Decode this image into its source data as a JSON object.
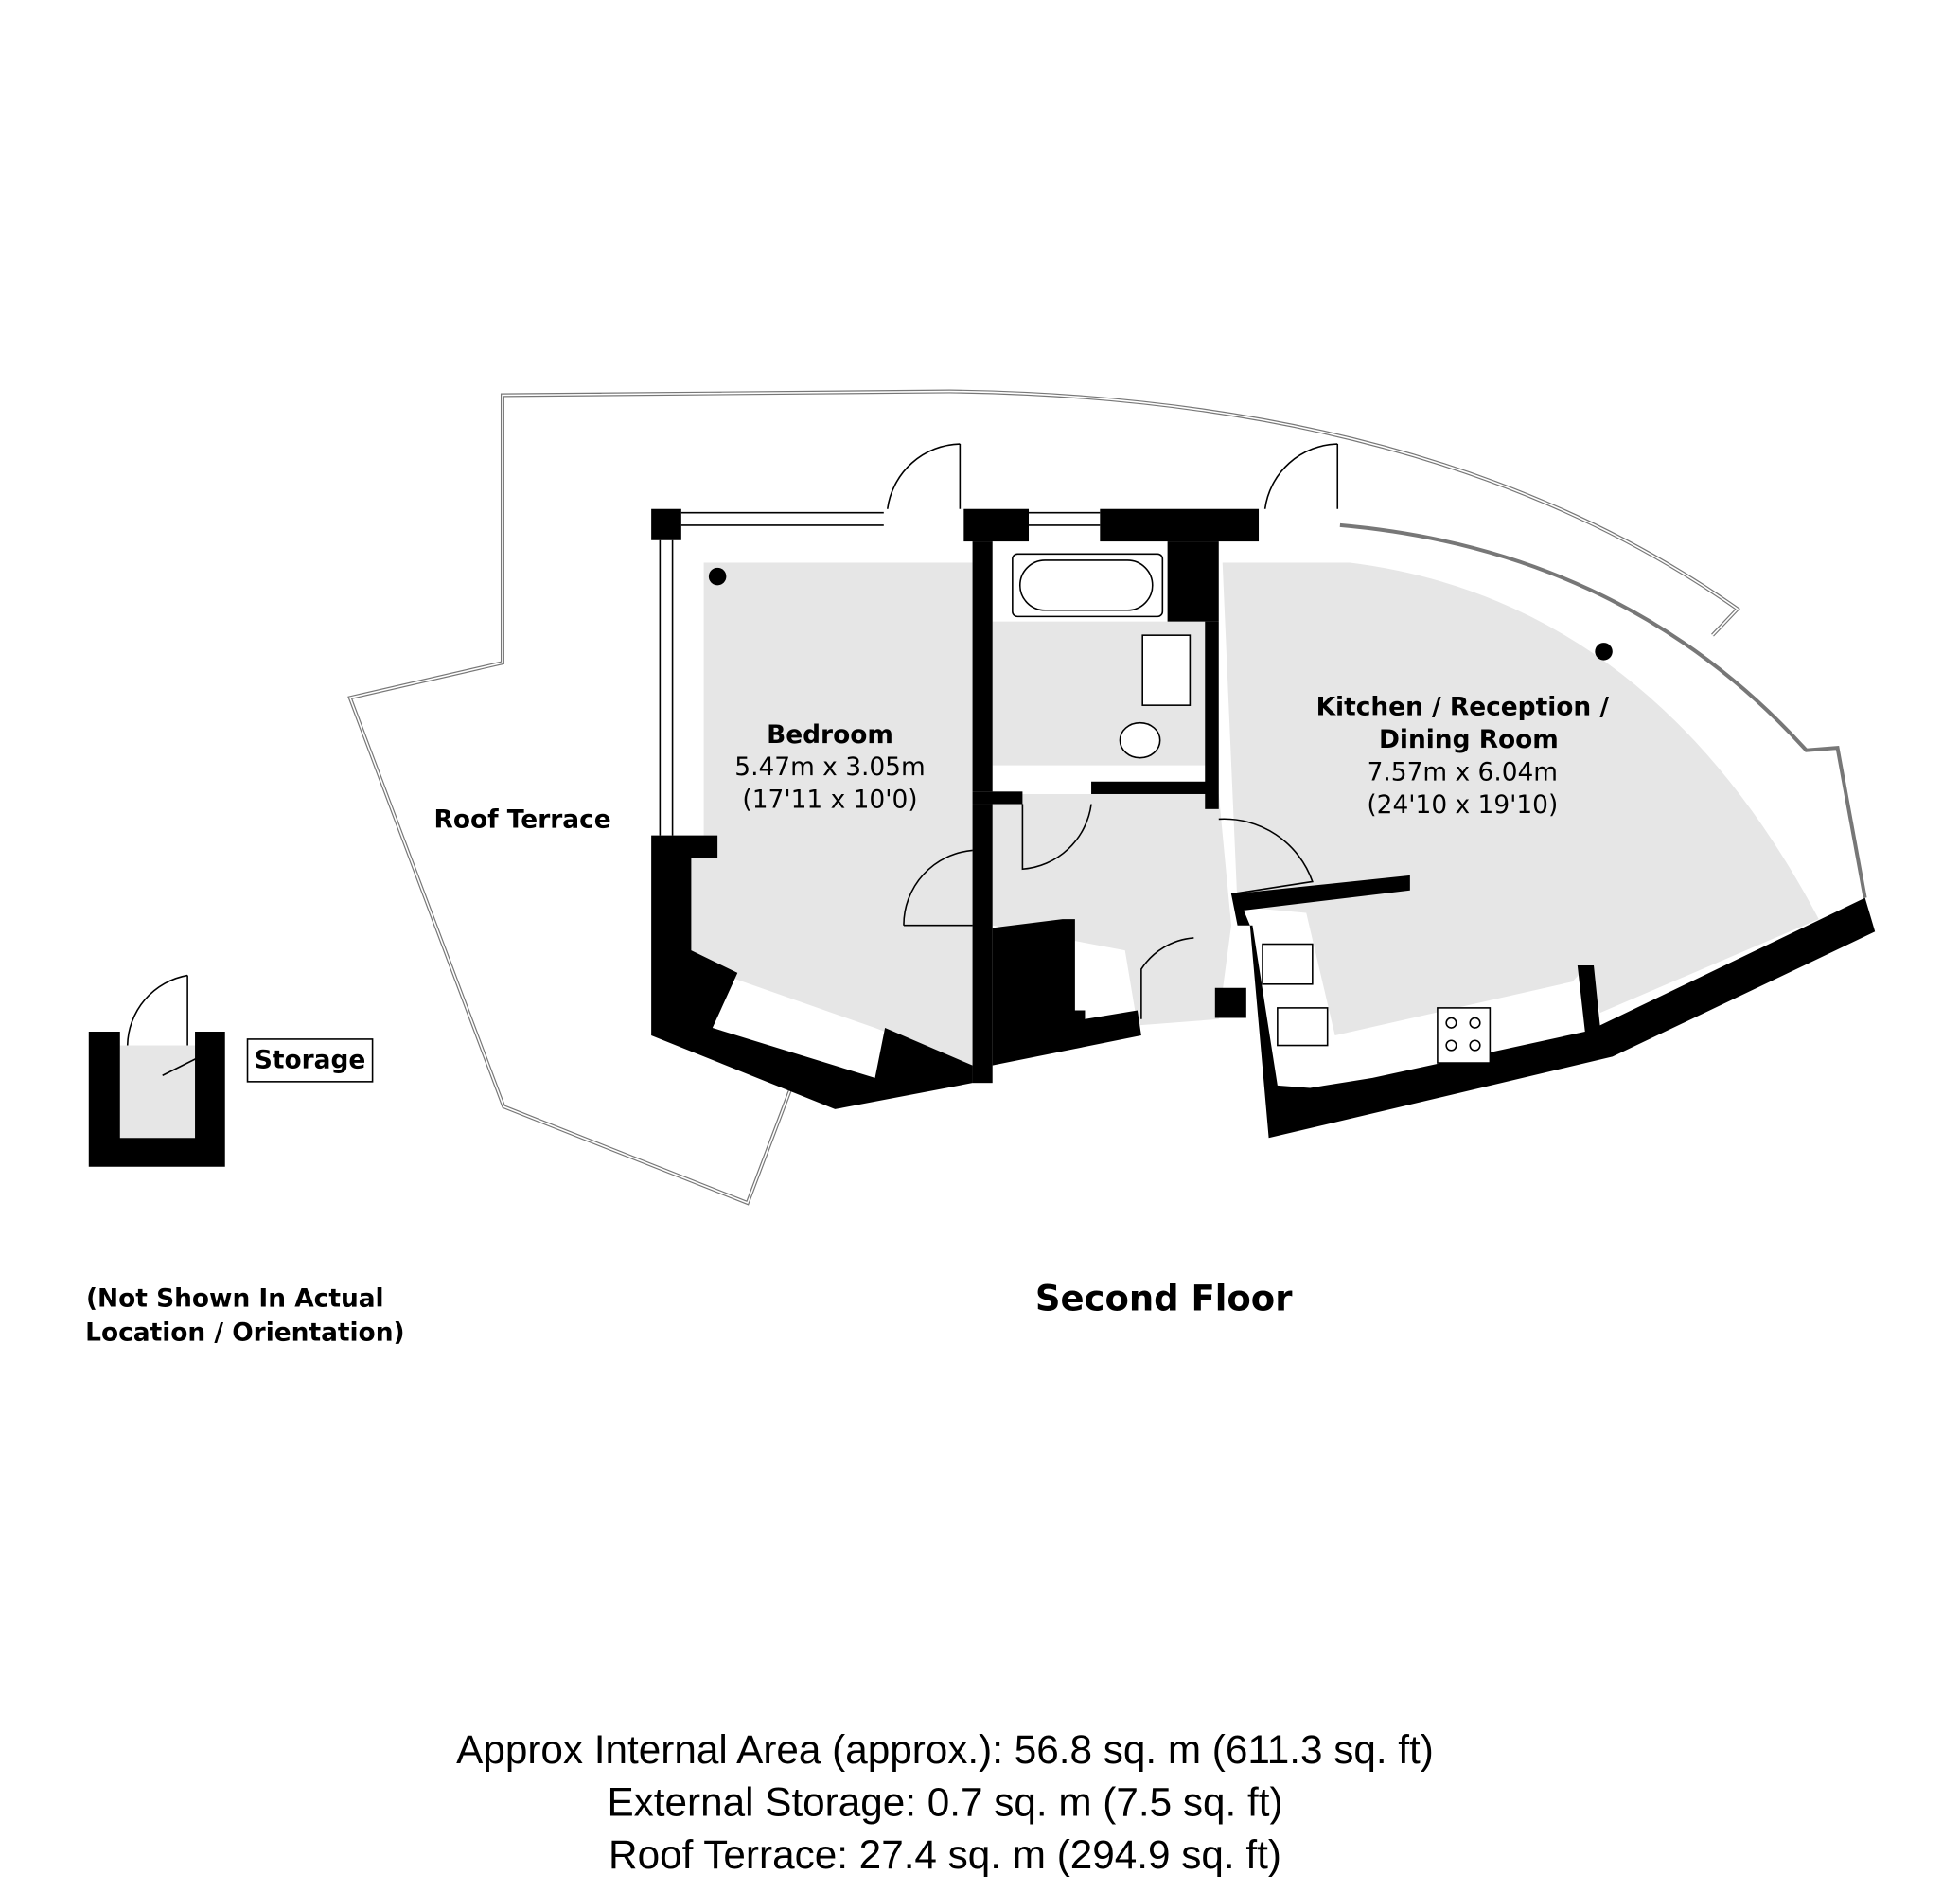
{
  "rooms": {
    "bedroom": {
      "name": "Bedroom",
      "metric": "5.47m x 3.05m",
      "imperial": "(17'11 x 10'0)"
    },
    "kitchen": {
      "name_line1": "Kitchen / Reception  /",
      "name_line2": "Dining Room",
      "metric": "7.57m x 6.04m",
      "imperial": "(24'10 x 19'10)"
    },
    "roof_terrace": {
      "name": "Roof Terrace"
    },
    "storage": {
      "name": "Storage"
    }
  },
  "notes": {
    "storage_note_line1": "(Not Shown In Actual",
    "storage_note_line2": "Location / Orientation)"
  },
  "floor_title": "Second Floor",
  "areas": {
    "internal": "Approx Internal Area (approx.): 56.8 sq. m (611.3 sq. ft)",
    "external_storage": "External Storage: 0.7 sq. m (7.5 sq. ft)",
    "roof_terrace": "Roof Terrace: 27.4 sq. m (294.9 sq. ft)"
  }
}
